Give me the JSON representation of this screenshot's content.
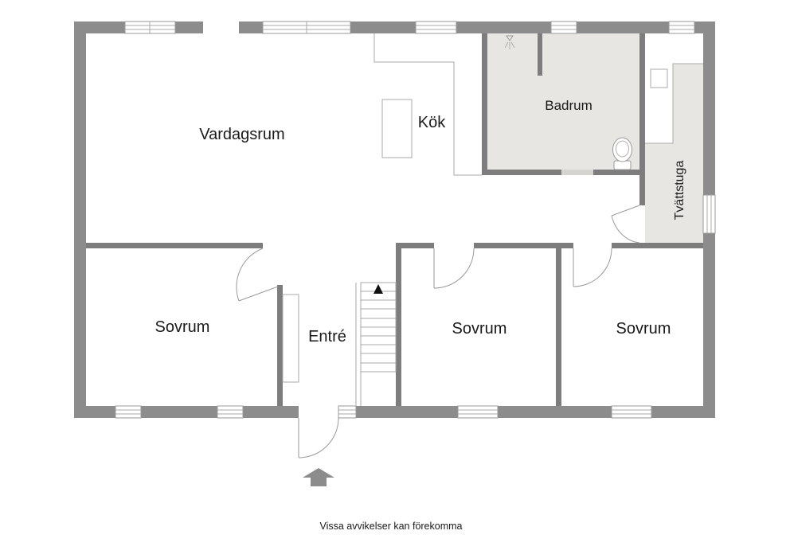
{
  "floor_plan": {
    "rooms": {
      "living_room": "Vardagsrum",
      "kitchen": "Kök",
      "bathroom": "Badrum",
      "laundry_room": "Tvättstuga",
      "bedroom_left": "Sovrum",
      "entrance_hall": "Entré",
      "bedroom_middle": "Sovrum",
      "bedroom_right": "Sovrum"
    },
    "disclaimer": "Vissa avvikelser kan förekomma"
  },
  "colors": {
    "wall": "#8c8c8c",
    "interior_wall": "#7d7d7d",
    "wet_room_fill": "#e8e6e2",
    "text": "#1a1a1a"
  },
  "icons": {
    "entrance": "entrance-arrow-icon",
    "stairs_direction": "stair-up-arrow-icon",
    "toilet": "toilet-icon",
    "ceiling_lamp": "lamp-icon"
  }
}
